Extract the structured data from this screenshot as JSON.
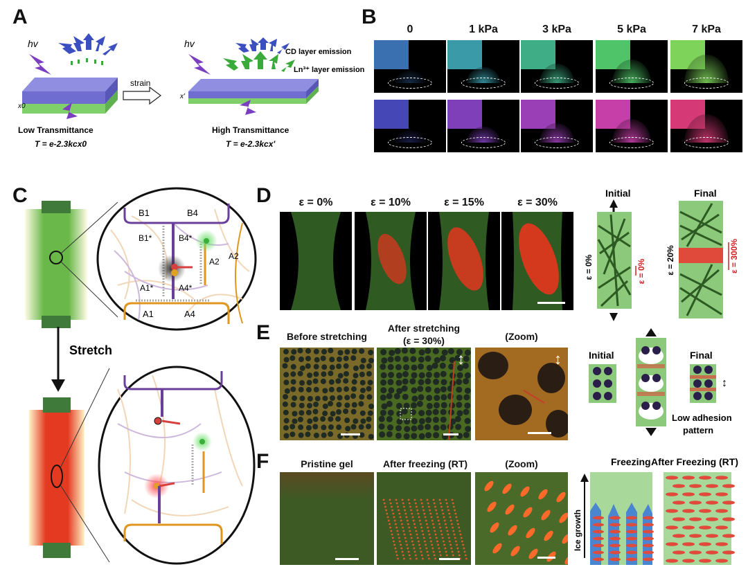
{
  "panels": {
    "A": {
      "label": "A",
      "hv": "hv",
      "strain": "strain",
      "cd_emission": "CD layer emission",
      "ln_emission": "Ln³⁺ layer emission",
      "low_title": "Low Transmittance",
      "low_formula": "T = e-2.3kcx0",
      "high_title": "High Transmittance",
      "high_formula": "T = e-2.3kcx'",
      "x0": "x0",
      "xprime": "x'"
    },
    "B": {
      "label": "B",
      "columns": [
        "0",
        "1 kPa",
        "3 kPa",
        "5 kPa",
        "7 kPa"
      ],
      "row1_colors": [
        "#3a6fb0",
        "#3a9aa8",
        "#3fae86",
        "#4fc468",
        "#7ed45a"
      ],
      "row2_colors": [
        "#4447b5",
        "#7e3fb8",
        "#9a3fb5",
        "#c63fa9",
        "#d63a76"
      ]
    },
    "C": {
      "label": "C",
      "stretch": "Stretch",
      "strand_labels": [
        "B1",
        "B4",
        "B1*",
        "B4*",
        "A1*",
        "A4*",
        "A1",
        "A4",
        "A2",
        "A2"
      ]
    },
    "D": {
      "label": "D",
      "strain_labels": [
        "ε = 0%",
        "ε = 10%",
        "ε = 15%",
        "ε = 30%"
      ],
      "initial": "Initial",
      "final": "Final",
      "eps0": "ε = 0%",
      "eps0_red": "ε = 0%",
      "eps20": "ε = 20%",
      "eps300": "ε = 300%"
    },
    "E": {
      "label": "E",
      "before": "Before stretching",
      "after": "After stretching",
      "after_sub": "(ε = 30%)",
      "zoom": "(Zoom)",
      "initial": "Initial",
      "final": "Final",
      "low_adhesion": "Low adhesion",
      "pattern": "pattern"
    },
    "F": {
      "label": "F",
      "pristine": "Pristine gel",
      "after_freezing": "After freezing (RT)",
      "zoom": "(Zoom)",
      "freezing": "Freezing",
      "after_freezing_rt": "After Freezing (RT)",
      "ice_growth": "Ice growth"
    }
  },
  "colors": {
    "green_gel": "#8cc97a",
    "red_glow": "#e23a2a",
    "purple_arrow": "#6a3fb5",
    "blue_arrow": "#3b4fc0",
    "green_arrow": "#3aaa3a"
  }
}
